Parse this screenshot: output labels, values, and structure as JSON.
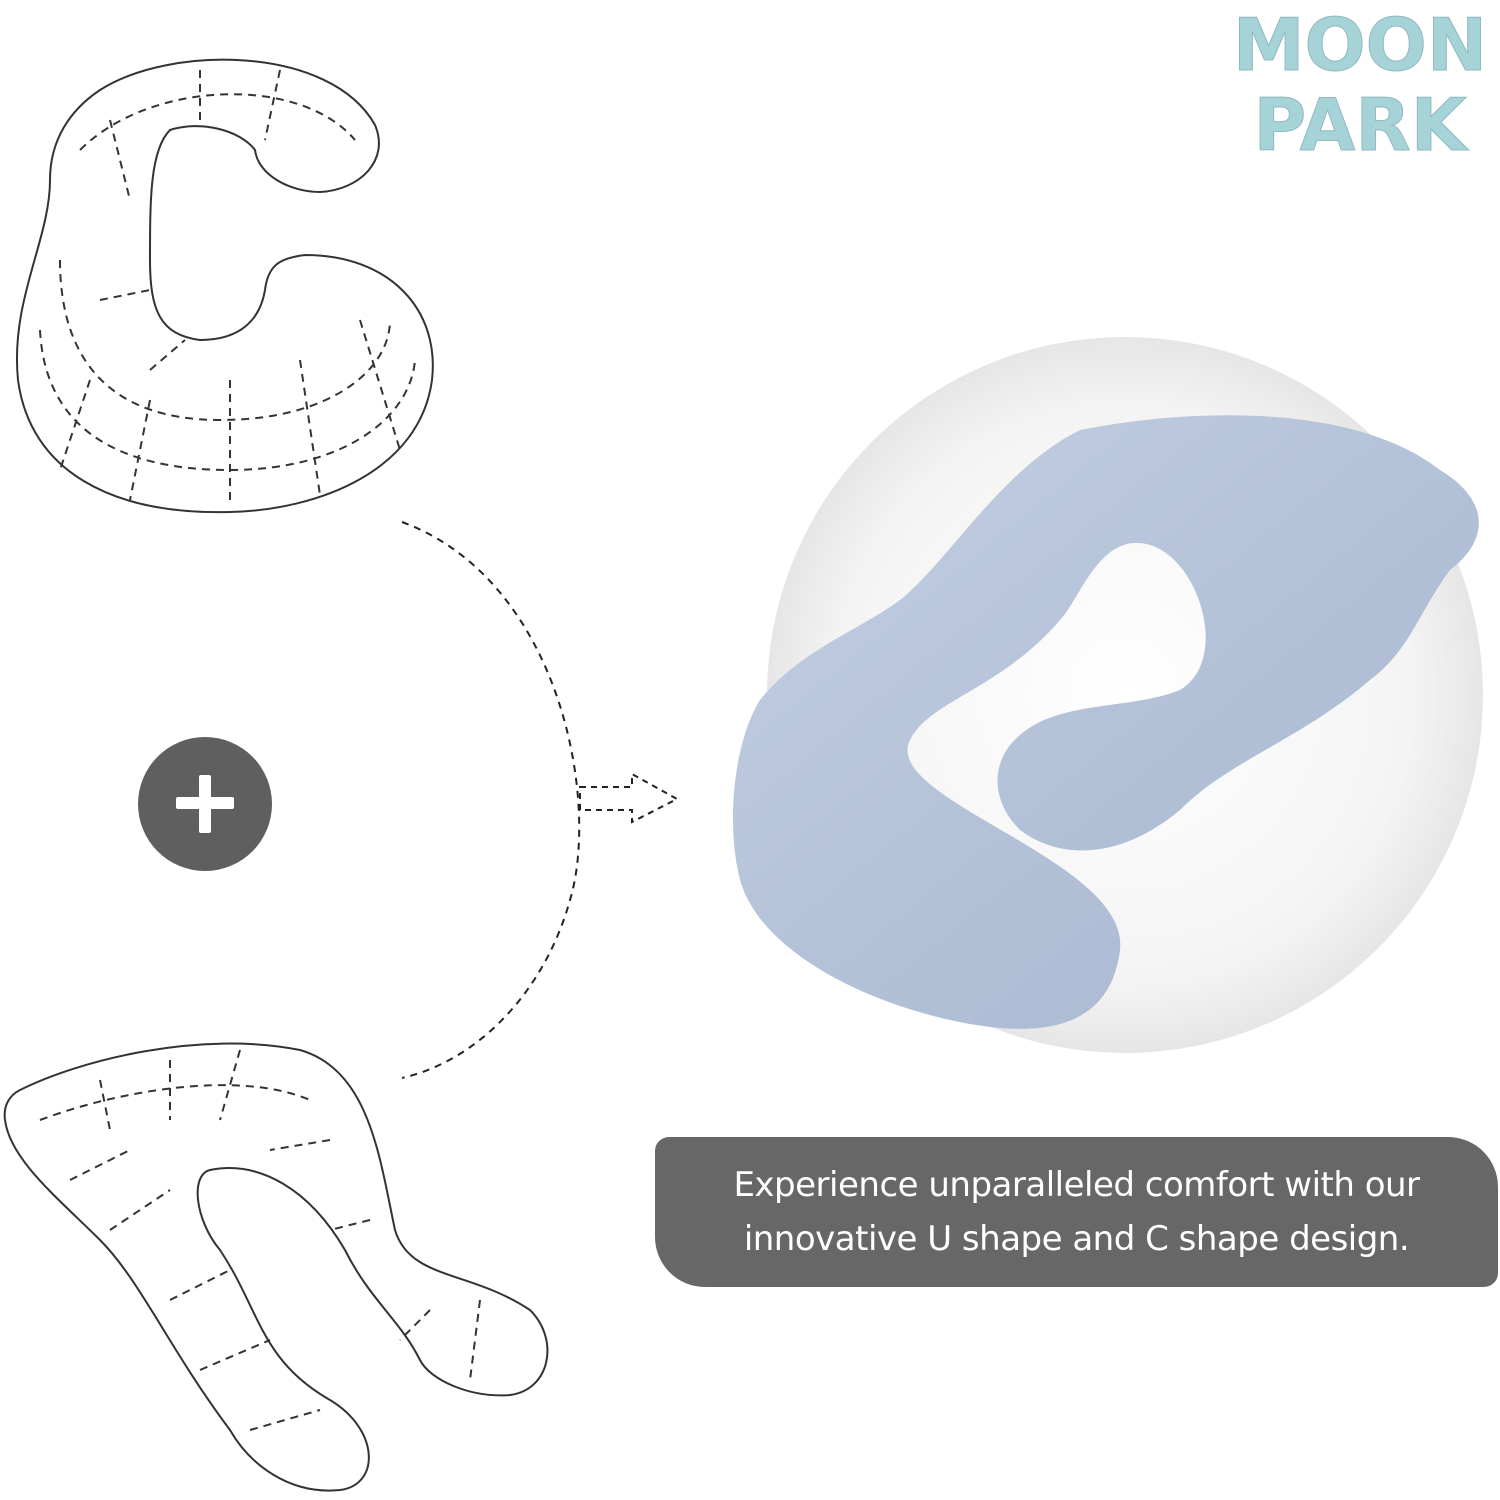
{
  "brand": {
    "logo_line1": "MOON",
    "logo_line2": "PARK",
    "color": "#a6d3d8"
  },
  "caption": {
    "line1": "Experience unparalleled comfort with our",
    "line2": "innovative U shape and C shape design."
  },
  "icons": {
    "plus": "plus-icon",
    "arrow": "dashed-arrow-right-icon"
  },
  "colors": {
    "caption_bg": "#676767",
    "pillow": "#b3c2d8",
    "outline": "#333333"
  }
}
